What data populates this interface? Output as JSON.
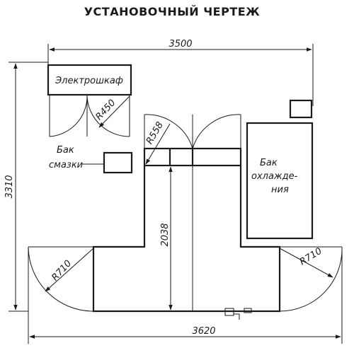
{
  "title": "УСТАНОВОЧНЫЙ ЧЕРТЕЖ",
  "labels": {
    "electrical_cabinet": "Электрошкаф",
    "lube_tank_line1": "Бак",
    "lube_tank_line2": "смазки",
    "coolant_tank_line1": "Бак",
    "coolant_tank_line2": "охлажде-",
    "coolant_tank_line3": "ния"
  },
  "dimensions": {
    "top_width": "3500",
    "bottom_width": "3620",
    "left_height": "3310",
    "center_height": "2038",
    "cabinet_door_radius": "R450",
    "center_door_radius": "R558",
    "left_wing_radius": "R710",
    "right_wing_radius": "R710"
  }
}
